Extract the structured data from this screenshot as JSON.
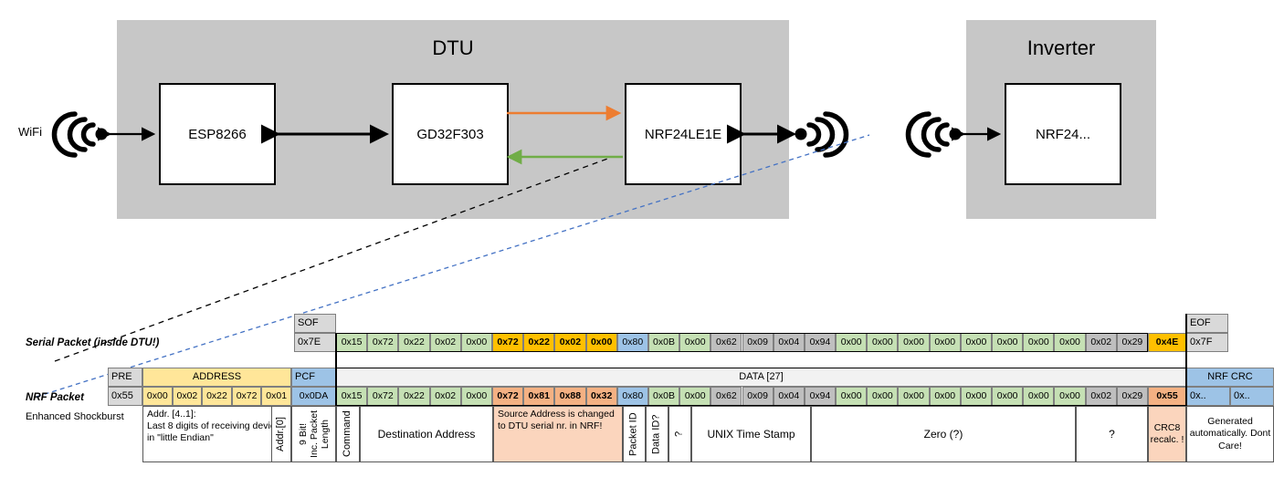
{
  "diagram": {
    "wifi_label": "WiFi",
    "dtu": {
      "title": "DTU",
      "chips": [
        "ESP8266",
        "GD32F303",
        "NRF24LE1E"
      ]
    },
    "inverter": {
      "title": "Inverter",
      "chips": [
        "NRF24..."
      ]
    },
    "colors": {
      "enclosure": "#c7c7c7",
      "arrow_tx": "#ed7d31",
      "arrow_rx": "#70ad47",
      "arrow_black": "#000000",
      "callout_black": "#000000",
      "callout_blue": "#4472c4"
    }
  },
  "packets": {
    "serial_label": "Serial Packet (inside DTU!)",
    "nrf_label": "NRF Packet",
    "nrf_sublabel": "Enhanced Shockburst",
    "serial": {
      "sof_header": "SOF",
      "sof_value": "0x7E",
      "eof_header": "EOF",
      "eof_value": "0x7F",
      "crc_value": "0x4E",
      "data": [
        "0x15",
        "0x72",
        "0x22",
        "0x02",
        "0x00",
        "0x72",
        "0x22",
        "0x02",
        "0x00",
        "0x80",
        "0x0B",
        "0x00",
        "0x62",
        "0x09",
        "0x04",
        "0x94",
        "0x00",
        "0x00",
        "0x00",
        "0x00",
        "0x00",
        "0x00",
        "0x00",
        "0x00",
        "0x02",
        "0x29"
      ]
    },
    "nrf": {
      "pre_header": "PRE",
      "pre_value": "0x55",
      "address_header": "ADDRESS",
      "address_values": [
        "0x00",
        "0x02",
        "0x22",
        "0x72",
        "0x01"
      ],
      "pcf_header": "PCF",
      "pcf_value": "0x0DA",
      "data_header": "DATA [27]",
      "data": [
        "0x15",
        "0x72",
        "0x22",
        "0x02",
        "0x00",
        "0x72",
        "0x81",
        "0x88",
        "0x32",
        "0x80",
        "0x0B",
        "0x00",
        "0x62",
        "0x09",
        "0x04",
        "0x94",
        "0x00",
        "0x00",
        "0x00",
        "0x00",
        "0x00",
        "0x00",
        "0x00",
        "0x00",
        "0x02",
        "0x29"
      ],
      "crc_value": "0x55",
      "nrfcrc_header": "NRF CRC",
      "nrfcrc_values": [
        "0x..",
        "0x.."
      ]
    },
    "annotations": {
      "addr_note": "Addr. [4..1]:\nLast 8 digits of receiving device in \"little Endian\"",
      "addr0": "Addr.[0]",
      "pcf_note_1": "9 Bit!",
      "pcf_note_2": "Inc. Packet",
      "pcf_note_3": "Length",
      "command": "Command",
      "destination_address": "Destination Address",
      "source_note": "Source Address is changed to DTU serial nr. in NRF!",
      "packet_id": "Packet ID",
      "data_id": "Data ID?",
      "unknown1": "?",
      "unix_time": "UNIX Time Stamp",
      "zero": "Zero (?)",
      "unknown2": "?",
      "crc8": "CRC8 recalc. !",
      "nrfcrc_note": "Generated automatically. Dont Care!"
    },
    "colors": {
      "grey_hdr": "#d9d9d9",
      "green": "#c5e0b4",
      "yellow": "#ffd966",
      "orange_hl": "#ffc000",
      "salmon": "#f4b183",
      "salmon_light": "#fbd5bd",
      "blue": "#9dc3e6",
      "grey_cell": "#bfbfbf",
      "band": "#f2f2f2",
      "address_band": "#ffe699"
    }
  }
}
